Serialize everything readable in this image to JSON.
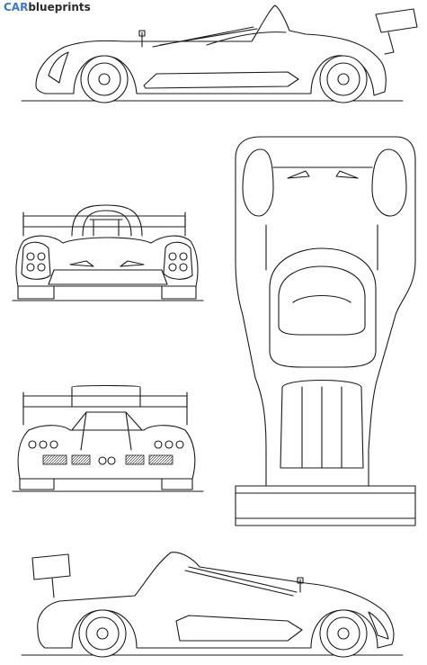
{
  "header": {
    "logo_brand": "CAR",
    "logo_word": "blueprints",
    "brand_color": "#3a78c8"
  },
  "views": [
    "side-view-right",
    "front-view",
    "rear-view",
    "top-view",
    "side-view-left"
  ]
}
